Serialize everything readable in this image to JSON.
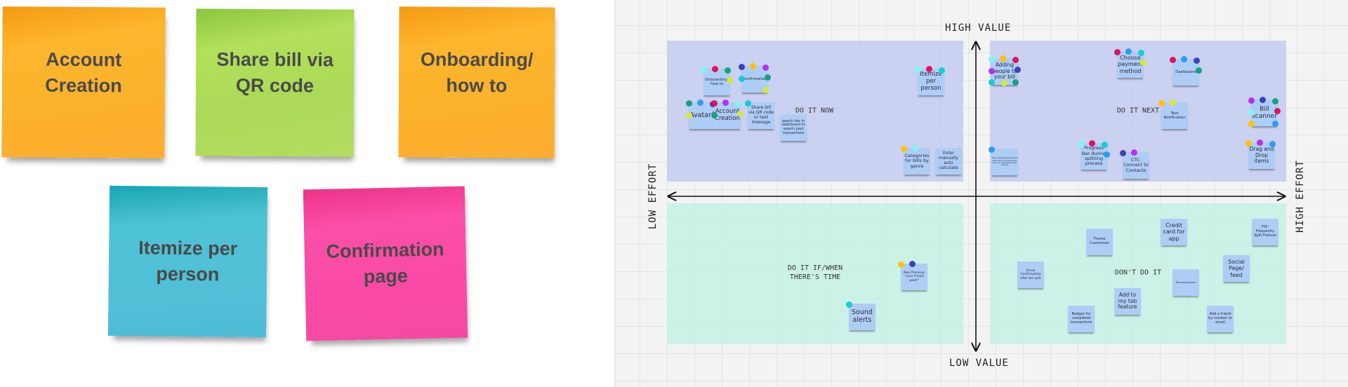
{
  "paper_notes": [
    {
      "text": "Account Creation",
      "color": "#fbb22c"
    },
    {
      "text": "Share bill via QR code",
      "color": "#acd958"
    },
    {
      "text": "Onboarding/ how to",
      "color": "#fbb22c"
    },
    {
      "text": "Itemize per person",
      "color": "#4ec2d5"
    },
    {
      "text": "Confirmation page",
      "color": "#f84aa5"
    }
  ],
  "matrix": {
    "axes": {
      "top": "HIGH VALUE",
      "bottom": "LOW VALUE",
      "left": "LOW EFFORT",
      "right": "HIGH EFFORT"
    },
    "quadrants": {
      "top_left": "DO IT NOW",
      "top_right": "DO IT NEXT",
      "bottom_left": "DO IT IF/WHEN\nTHERE'S TIME",
      "bottom_right": "DON'T DO IT"
    },
    "colors": {
      "high_value_quadrants": "#c2caf0",
      "low_value_quadrants": "#c4f1e5",
      "sticky": "#aecdf6"
    },
    "notes": [
      {
        "text": "Onboarding/ how to",
        "quadrant": "DO IT NOW",
        "dots": [
          "cyan-light",
          "red",
          "green",
          "lime"
        ]
      },
      {
        "text": "Confirmation",
        "quadrant": "DO IT NOW",
        "dots": [
          "navy",
          "yellow",
          "purple",
          "green",
          "teal",
          "lime"
        ]
      },
      {
        "text": "Avatars",
        "quadrant": "DO IT NOW",
        "dots": [
          "green",
          "blue",
          "navy",
          "purple",
          "lime"
        ]
      },
      {
        "text": "Account Creation",
        "quadrant": "DO IT NOW",
        "dots": [
          "red",
          "purple",
          "cyan-light",
          "lime",
          "green"
        ]
      },
      {
        "text": "Share bill via QR code or text message",
        "quadrant": "DO IT NOW",
        "dots": [
          "teal"
        ]
      },
      {
        "text": "search bar in dashboard to search past transactions",
        "quadrant": "DO IT NOW",
        "dots": []
      },
      {
        "text": "Itemize per person",
        "quadrant": "DO IT NOW",
        "dots": [
          "cyan-light",
          "red",
          "teal"
        ]
      },
      {
        "text": "Categories for bills by genre",
        "quadrant": "DO IT NOW",
        "dots": [
          "yellow",
          "cyan-light"
        ]
      },
      {
        "text": "Enter manually auto calculate",
        "quadrant": "DO IT NOW",
        "dots": []
      },
      {
        "text": "Adding people to your bill",
        "quadrant": "DO IT NEXT",
        "dots": [
          "cyan-light",
          "yellow",
          "red",
          "navy",
          "purple",
          "green",
          "teal",
          "lime"
        ]
      },
      {
        "text": "Choose payment method",
        "quadrant": "DO IT NEXT",
        "dots": [
          "red",
          "blue",
          "teal",
          "lime"
        ]
      },
      {
        "text": "Dashboard",
        "quadrant": "DO IT NEXT",
        "dots": [
          "red",
          "blue",
          "navy",
          "green"
        ]
      },
      {
        "text": "Text Notification",
        "quadrant": "DO IT NEXT",
        "dots": [
          "yellow",
          "lime"
        ]
      },
      {
        "text": "Bill scanner",
        "quadrant": "DO IT NEXT",
        "dots": [
          "purple",
          "navy",
          "green",
          "red",
          "cyan-light",
          "blue",
          "yellow"
        ]
      },
      {
        "text": "Have avatars pre select their form of payments prior to itemizing their checks",
        "quadrant": "DO IT NEXT",
        "dots": [
          "blue"
        ]
      },
      {
        "text": "Progress Bar during splitting process",
        "quadrant": "DO IT NEXT",
        "dots": [
          "cyan-light",
          "red",
          "teal",
          "blue"
        ]
      },
      {
        "text": "CTC: Connect to Contacts",
        "quadrant": "DO IT NEXT",
        "dots": [
          "navy",
          "purple"
        ]
      },
      {
        "text": "Drag and Drop items",
        "quadrant": "DO IT NEXT",
        "dots": [
          "yellow",
          "purple",
          "blue"
        ]
      },
      {
        "text": "Peer Pressure \"your friend paid!\"",
        "quadrant": "DO IT IF/WHEN THERE'S TIME",
        "dots": [
          "yellow",
          "navy"
        ]
      },
      {
        "text": "Sound alerts",
        "quadrant": "DO IT IF/WHEN THERE'S TIME",
        "dots": [
          "teal"
        ]
      },
      {
        "text": "Theme Customizer",
        "quadrant": "DON'T DO IT",
        "dots": []
      },
      {
        "text": "Credit card for app",
        "quadrant": "DON'T DO IT",
        "dots": []
      },
      {
        "text": "FSF: Frequently Split Feature",
        "quadrant": "DON'T DO IT",
        "dots": []
      },
      {
        "text": "Email Confirmation after bill split",
        "quadrant": "DON'T DO IT",
        "dots": []
      },
      {
        "text": "Personalization",
        "quadrant": "DON'T DO IT",
        "dots": []
      },
      {
        "text": "Social Page/ feed",
        "quadrant": "DON'T DO IT",
        "dots": []
      },
      {
        "text": "Add to my tab feature",
        "quadrant": "DON'T DO IT",
        "dots": []
      },
      {
        "text": "Badges for completed transactions",
        "quadrant": "DON'T DO IT",
        "dots": []
      },
      {
        "text": "Add a friend by number or email",
        "quadrant": "DON'T DO IT",
        "dots": []
      }
    ],
    "dot_colors": {
      "red": "#e0115f",
      "cyan-light": "#80f4f4",
      "teal": "#12cfd3",
      "green": "#14a37f",
      "lime": "#d6e83c",
      "yellow": "#ffc107",
      "purple": "#b92ff0",
      "navy": "#3a43b5",
      "blue": "#2d9cf0"
    }
  }
}
